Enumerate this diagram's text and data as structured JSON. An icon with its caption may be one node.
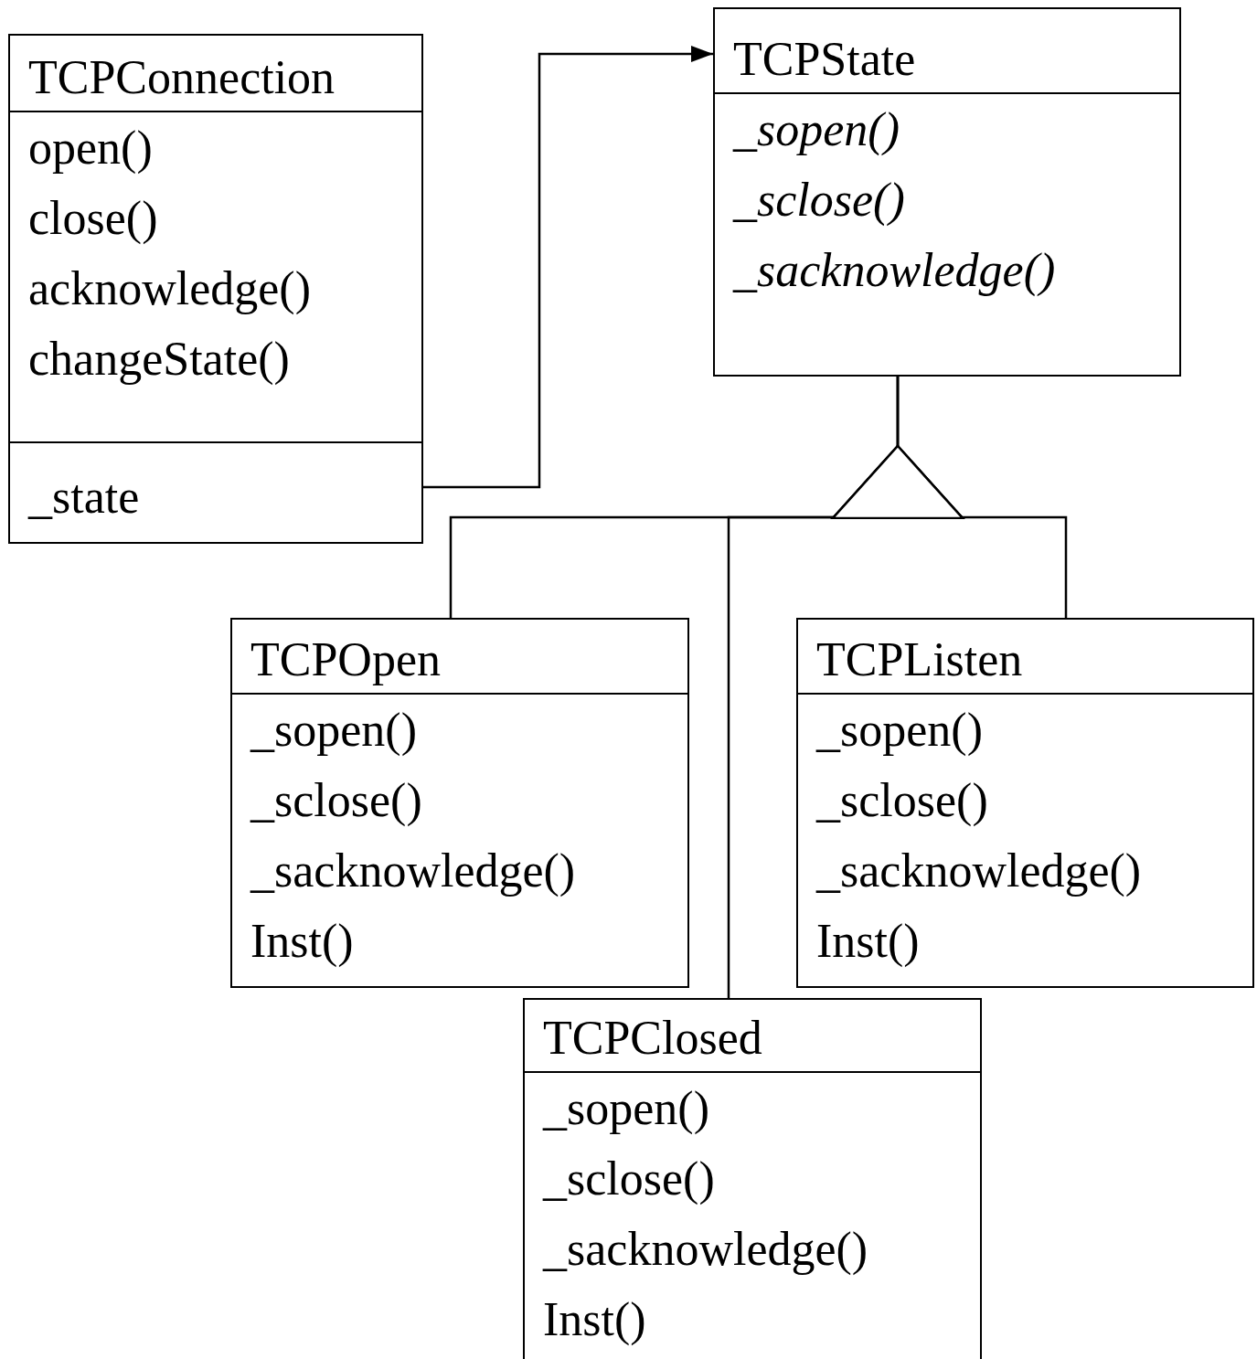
{
  "diagram": {
    "nodes": [
      {
        "text": [
          "TCPConnection",
          "open()",
          "close()",
          "acknowledge()",
          "changeState()",
          "_state"
        ]
      },
      {
        "text": [
          "TCPState",
          "_sopen()",
          "_sclose()",
          "_sacknowledge()"
        ]
      },
      {
        "text": [
          "TCPOpen",
          "_sopen()",
          "_sclose()",
          "_sacknowledge()",
          "Inst()"
        ]
      },
      {
        "text": [
          "TCPListen",
          "_sopen()",
          "_sclose()",
          "_sacknowledge()",
          "Inst()"
        ]
      },
      {
        "text": [
          "TCPClosed",
          "_sopen()",
          "_sclose()",
          "_sacknowledge()",
          "Inst()"
        ]
      }
    ],
    "edges": [
      {
        "from": 0,
        "to": 1,
        "arrow": "to"
      },
      {
        "from": 2,
        "to": 1,
        "arrow": "to"
      },
      {
        "from": 4,
        "to": 1,
        "arrow": "to"
      },
      {
        "from": 3,
        "to": 1,
        "arrow": "to"
      }
    ]
  }
}
